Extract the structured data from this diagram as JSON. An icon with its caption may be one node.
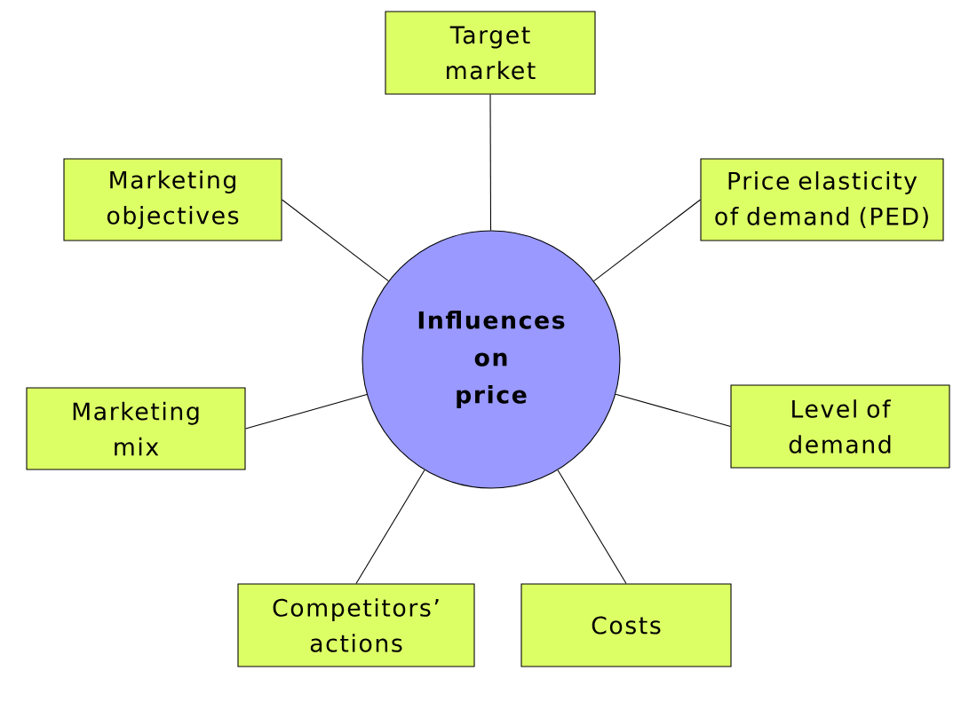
{
  "diagram": {
    "nodes": [
      {
        "text": [
          "Target market"
        ]
      },
      {
        "text": [
          "Marketing objectives"
        ]
      },
      {
        "text": [
          "Price elasticity of demand (PED)"
        ]
      },
      {
        "text": [
          "Influences on price"
        ]
      },
      {
        "text": [
          "Marketing mix"
        ]
      },
      {
        "text": [
          "Level of demand"
        ]
      },
      {
        "text": [
          "Competitors’ actions"
        ]
      },
      {
        "text": [
          "Costs"
        ]
      }
    ],
    "edges": [
      {
        "from": 3,
        "to": 0,
        "arrow": "none"
      },
      {
        "from": 3,
        "to": 1,
        "arrow": "none"
      },
      {
        "from": 3,
        "to": 2,
        "arrow": "none"
      },
      {
        "from": 3,
        "to": 4,
        "arrow": "none"
      },
      {
        "from": 3,
        "to": 5,
        "arrow": "none"
      },
      {
        "from": 3,
        "to": 6,
        "arrow": "none"
      },
      {
        "from": 3,
        "to": 7,
        "arrow": "none"
      }
    ]
  }
}
